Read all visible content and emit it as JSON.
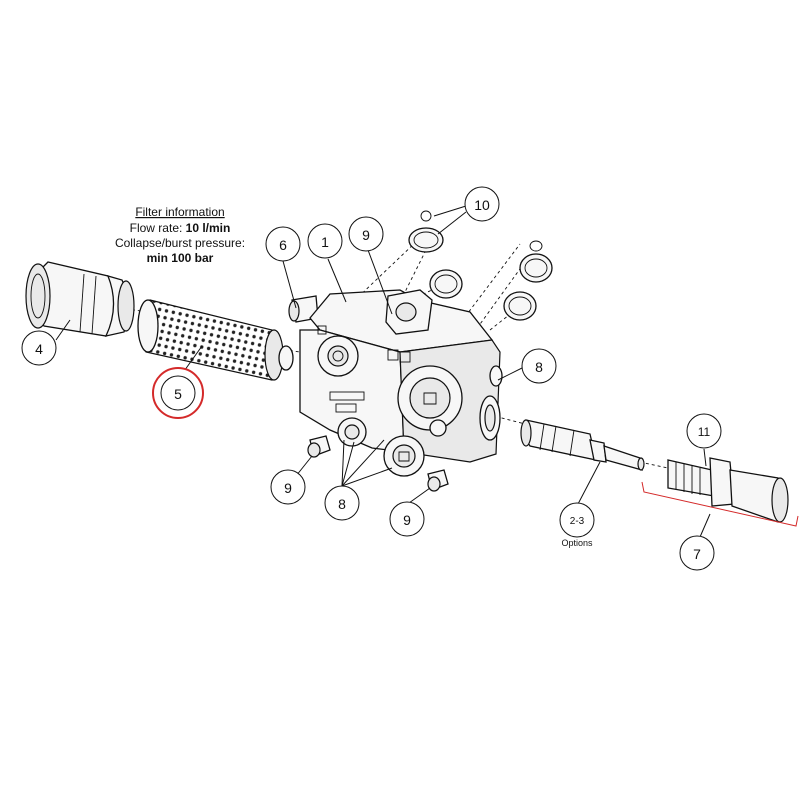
{
  "filter_info": {
    "heading": "Filter information",
    "flow_label": "Flow rate: ",
    "flow_value": "10 l/min",
    "pressure_label": "Collapse/burst pressure:",
    "pressure_value": "min 100 bar"
  },
  "callouts": {
    "c1": "1",
    "c4": "4",
    "c5": "5",
    "c6": "6",
    "c7": "7",
    "c8a": "8",
    "c8b": "8",
    "c9a": "9",
    "c9b": "9",
    "c9c": "9",
    "c10": "10",
    "c11": "11",
    "c23": "2-3"
  },
  "options_caption": "Options",
  "highlight_color": "#d42a2a"
}
